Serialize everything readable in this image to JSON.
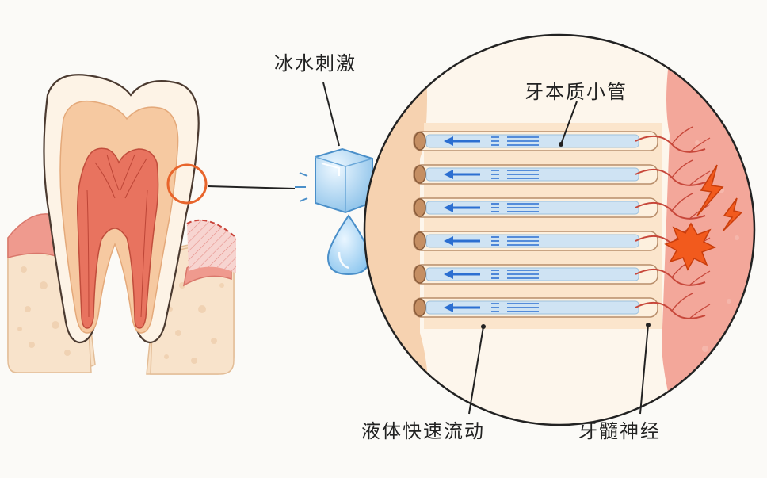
{
  "labels": {
    "ice_stimulus": "冰水刺激",
    "dentin_tubules": "牙本质小管",
    "fluid_flow": "液体快速流动",
    "pulp_nerve": "牙髓神经"
  },
  "colors": {
    "enamel": "#fdf3e6",
    "dentin": "#f6c9a1",
    "pulp": "#e8735f",
    "gum": "#ef9a8e",
    "bone": "#f7e0c6",
    "ice": "#a9d4f2",
    "arrow": "#2c6fd1",
    "tubule_fluid": "#cfe3f3",
    "pulp_zone": "#f3a79a",
    "nerve": "#c7473a",
    "pain_burst": "#f25a1d",
    "highlight_circle": "#e8652c"
  },
  "tubule_count": 6
}
